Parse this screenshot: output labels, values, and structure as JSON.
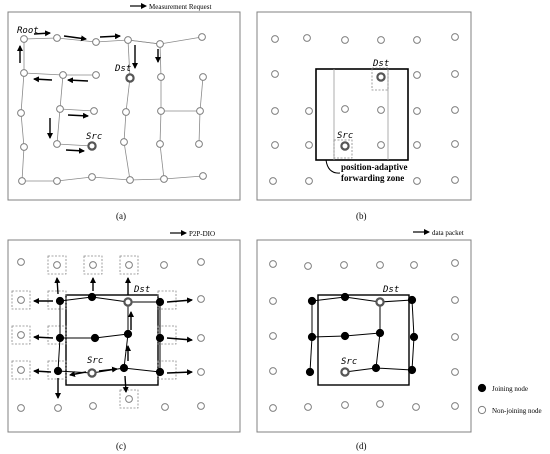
{
  "panels": {
    "a": {
      "caption": "(a)",
      "legend": "Measurement Request",
      "root_label": "Root",
      "dst_label": "Dst",
      "src_label": "Src"
    },
    "b": {
      "caption": "(b)",
      "dst_label": "Dst",
      "src_label": "Src",
      "zone_label_line1": "position-adaptive",
      "zone_label_line2": "forwarding zone"
    },
    "c": {
      "caption": "(c)",
      "legend": "P2P-DIO",
      "dst_label": "Dst",
      "src_label": "Src"
    },
    "d": {
      "caption": "(d)",
      "legend": "data packet",
      "dst_label": "Dst",
      "src_label": "Src",
      "joining_label": "Joining node",
      "nonjoining_label": "Non-joining node"
    }
  },
  "colors": {
    "line": "#000000",
    "node_stroke": "#808080",
    "panel_border": "#808080",
    "joining_fill": "#000000",
    "nonjoining_fill": "#ffffff"
  }
}
